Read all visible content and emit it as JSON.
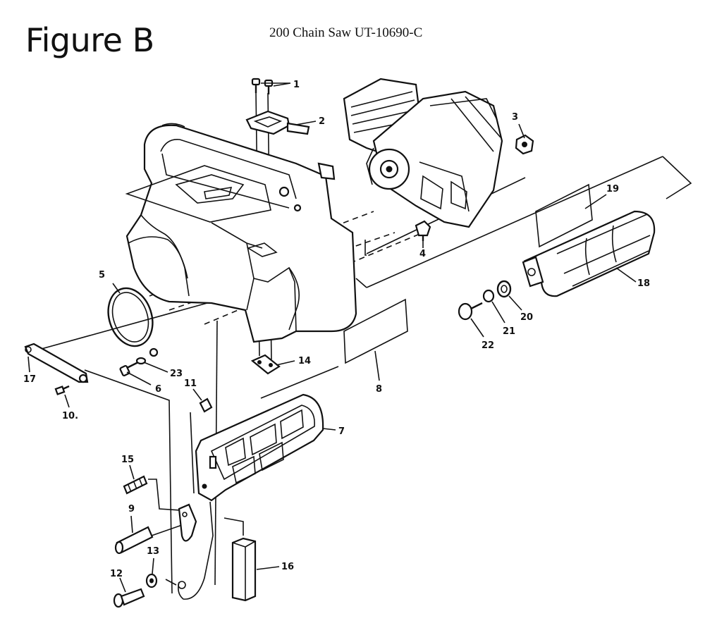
{
  "figure": {
    "title": "Figure B",
    "subtitle": "200 Chain Saw UT-10690-C"
  },
  "callouts": [
    {
      "id": "1",
      "text": "1"
    },
    {
      "id": "2",
      "text": "2"
    },
    {
      "id": "3",
      "text": "3"
    },
    {
      "id": "4",
      "text": "4"
    },
    {
      "id": "5",
      "text": "5"
    },
    {
      "id": "6",
      "text": "6"
    },
    {
      "id": "7",
      "text": "7"
    },
    {
      "id": "8",
      "text": "8"
    },
    {
      "id": "9",
      "text": "9"
    },
    {
      "id": "10",
      "text": "10."
    },
    {
      "id": "11",
      "text": "11"
    },
    {
      "id": "12",
      "text": "12"
    },
    {
      "id": "13",
      "text": "13"
    },
    {
      "id": "14",
      "text": "14"
    },
    {
      "id": "15",
      "text": "15"
    },
    {
      "id": "16",
      "text": "16"
    },
    {
      "id": "17",
      "text": "17"
    },
    {
      "id": "18",
      "text": "18"
    },
    {
      "id": "19",
      "text": "19"
    },
    {
      "id": "20",
      "text": "20"
    },
    {
      "id": "21",
      "text": "21"
    },
    {
      "id": "22",
      "text": "22"
    },
    {
      "id": "23",
      "text": "23"
    }
  ]
}
